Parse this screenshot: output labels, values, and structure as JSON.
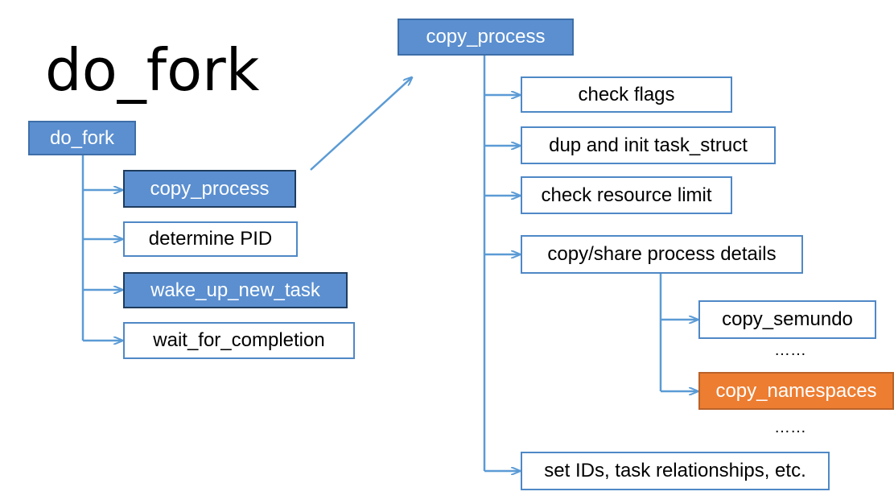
{
  "title": "do_fork",
  "left_tree": {
    "root": "do_fork",
    "children": [
      "copy_process",
      "determine  PID",
      "wake_up_new_task",
      "wait_for_completion"
    ]
  },
  "right_tree": {
    "root": "copy_process",
    "children": [
      "check flags",
      "dup and init task_struct",
      "check resource limit",
      "copy/share process details",
      "set IDs, task relationships, etc."
    ],
    "sub_children": [
      "copy_semundo",
      "……",
      "copy_namespaces",
      "……"
    ]
  },
  "colors": {
    "box_blue": "#5b8fd0",
    "box_orange": "#ed7d31",
    "line": "#5b9bd5"
  }
}
